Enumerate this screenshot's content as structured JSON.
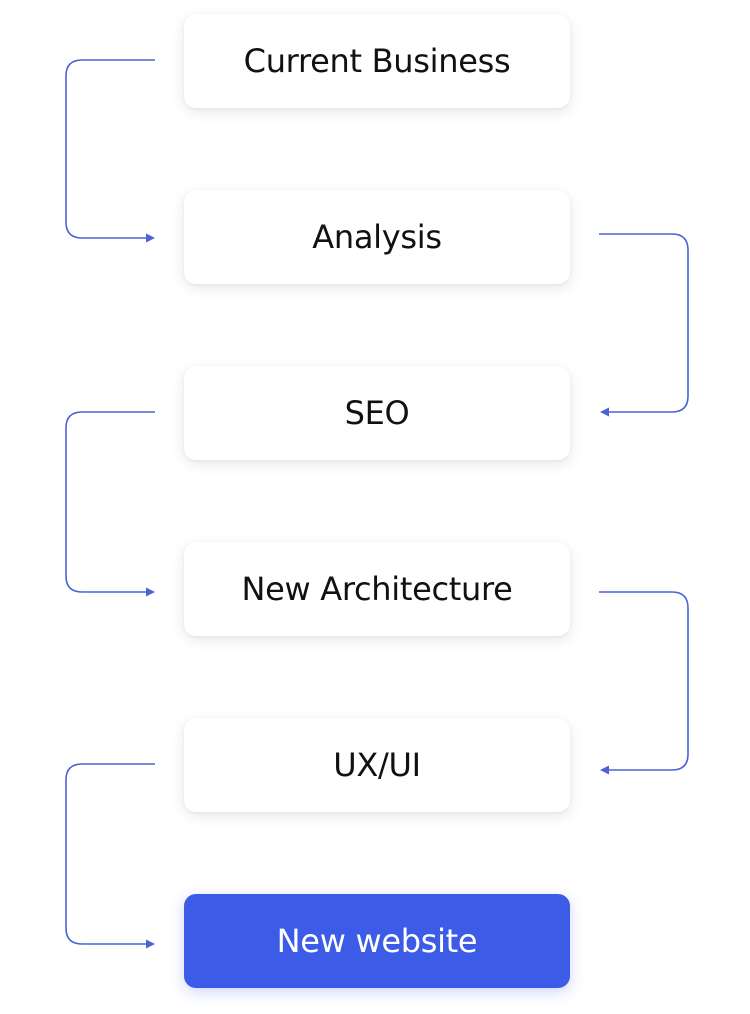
{
  "diagram": {
    "steps": [
      {
        "id": "current-business",
        "label": "Current Business"
      },
      {
        "id": "analysis",
        "label": "Analysis"
      },
      {
        "id": "seo",
        "label": "SEO"
      },
      {
        "id": "new-architecture",
        "label": "New Architecture"
      },
      {
        "id": "ux-ui",
        "label": "UX/UI"
      },
      {
        "id": "new-website",
        "label": "New website"
      }
    ],
    "connections": [
      {
        "from": "current-business",
        "to": "analysis",
        "side": "left"
      },
      {
        "from": "analysis",
        "to": "seo",
        "side": "right"
      },
      {
        "from": "seo",
        "to": "new-architecture",
        "side": "left"
      },
      {
        "from": "new-architecture",
        "to": "ux-ui",
        "side": "right"
      },
      {
        "from": "ux-ui",
        "to": "new-website",
        "side": "left"
      }
    ],
    "colors": {
      "accent": "#3c5be6",
      "connector": "#4a62d6",
      "box": "#ffffff",
      "text": "#111111"
    }
  }
}
